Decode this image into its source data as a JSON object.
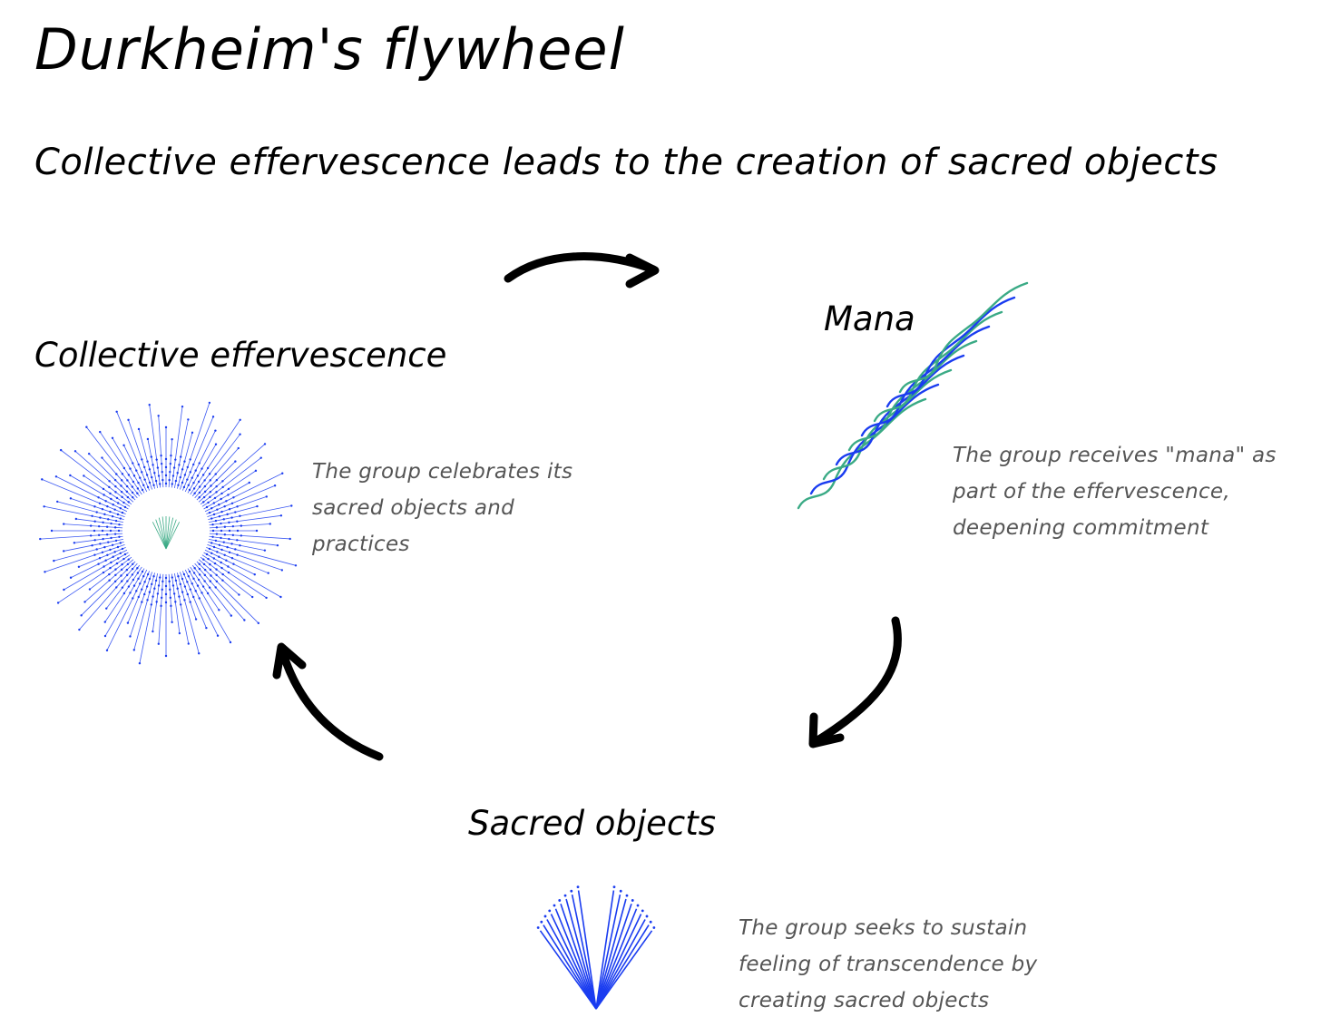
{
  "title": "Durkheim's flywheel",
  "subtitle": "Collective effervescence leads to the creation of sacred objects",
  "nodes": {
    "effervescence": {
      "title": "Collective effervescence",
      "description_lines": [
        "The group celebrates its",
        "sacred objects and",
        "practices"
      ]
    },
    "mana": {
      "title": "Mana",
      "description_lines": [
        "The group receives \"mana\" as",
        "part of the effervescence,",
        "deepening commitment"
      ]
    },
    "sacred": {
      "title": "Sacred objects",
      "description_lines": [
        "The group seeks to sustain",
        "feeling of transcendence by",
        "creating sacred objects"
      ]
    }
  },
  "icons": {
    "effervescence": "radiating-burst-icon",
    "mana": "wavy-lines-icon",
    "sacred": "fan-icon",
    "arrow": "curved-arrow-icon"
  },
  "colors": {
    "blue": "#1a3cf0",
    "green": "#3aaa85",
    "text": "#000000",
    "description": "#555555"
  }
}
